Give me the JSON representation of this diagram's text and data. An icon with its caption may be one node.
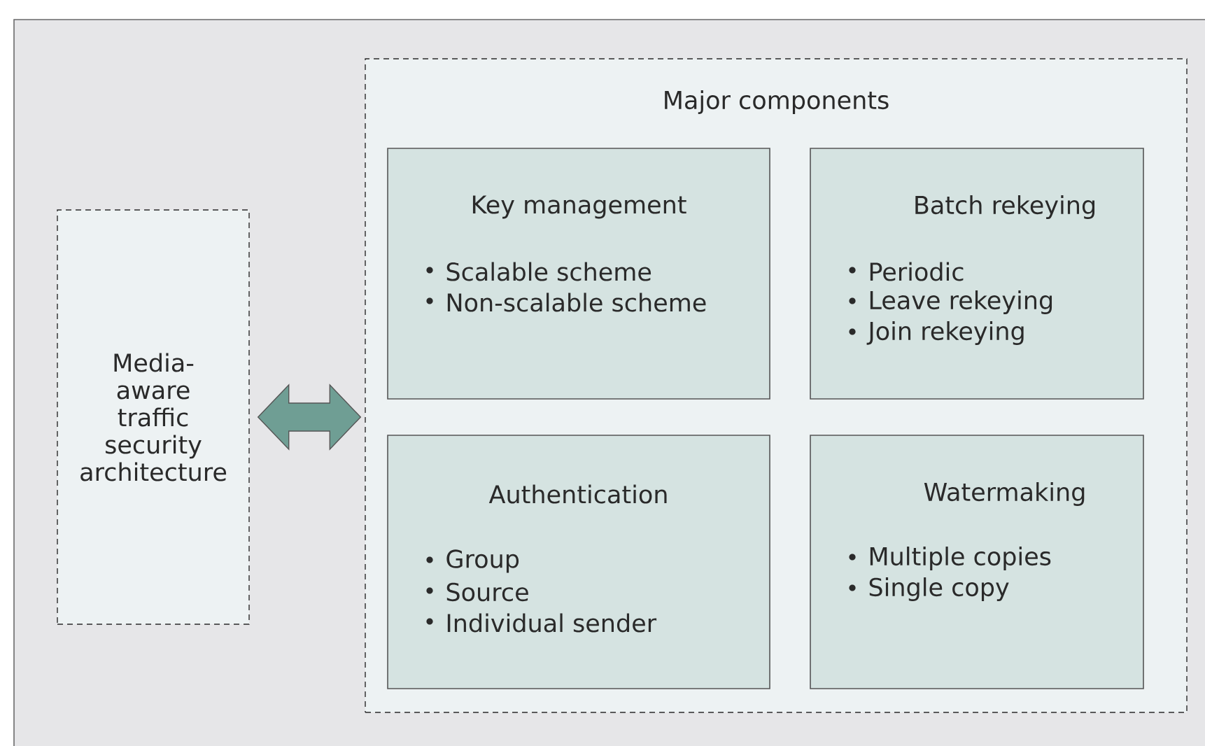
{
  "diagram": {
    "nodes": [
      {
        "text": [
          "Media-aware traffic security architecture"
        ]
      },
      {
        "text": [
          "Major components"
        ]
      },
      {
        "text": [
          "Key management",
          "Scalable scheme",
          "Non-scalable scheme"
        ],
        "in": 1
      },
      {
        "text": [
          "Batch rekeying",
          "Periodic",
          "Leave rekeying",
          "Join rekeying"
        ],
        "in": 1
      },
      {
        "text": [
          "Authentication",
          "Group",
          "Source",
          "Individual sender"
        ],
        "in": 1
      },
      {
        "text": [
          "Watermaking",
          "Multiple copies",
          "Single copy"
        ],
        "in": 1
      }
    ],
    "edges": [
      {
        "from": 0,
        "to": 1,
        "arrow": "both"
      }
    ]
  }
}
